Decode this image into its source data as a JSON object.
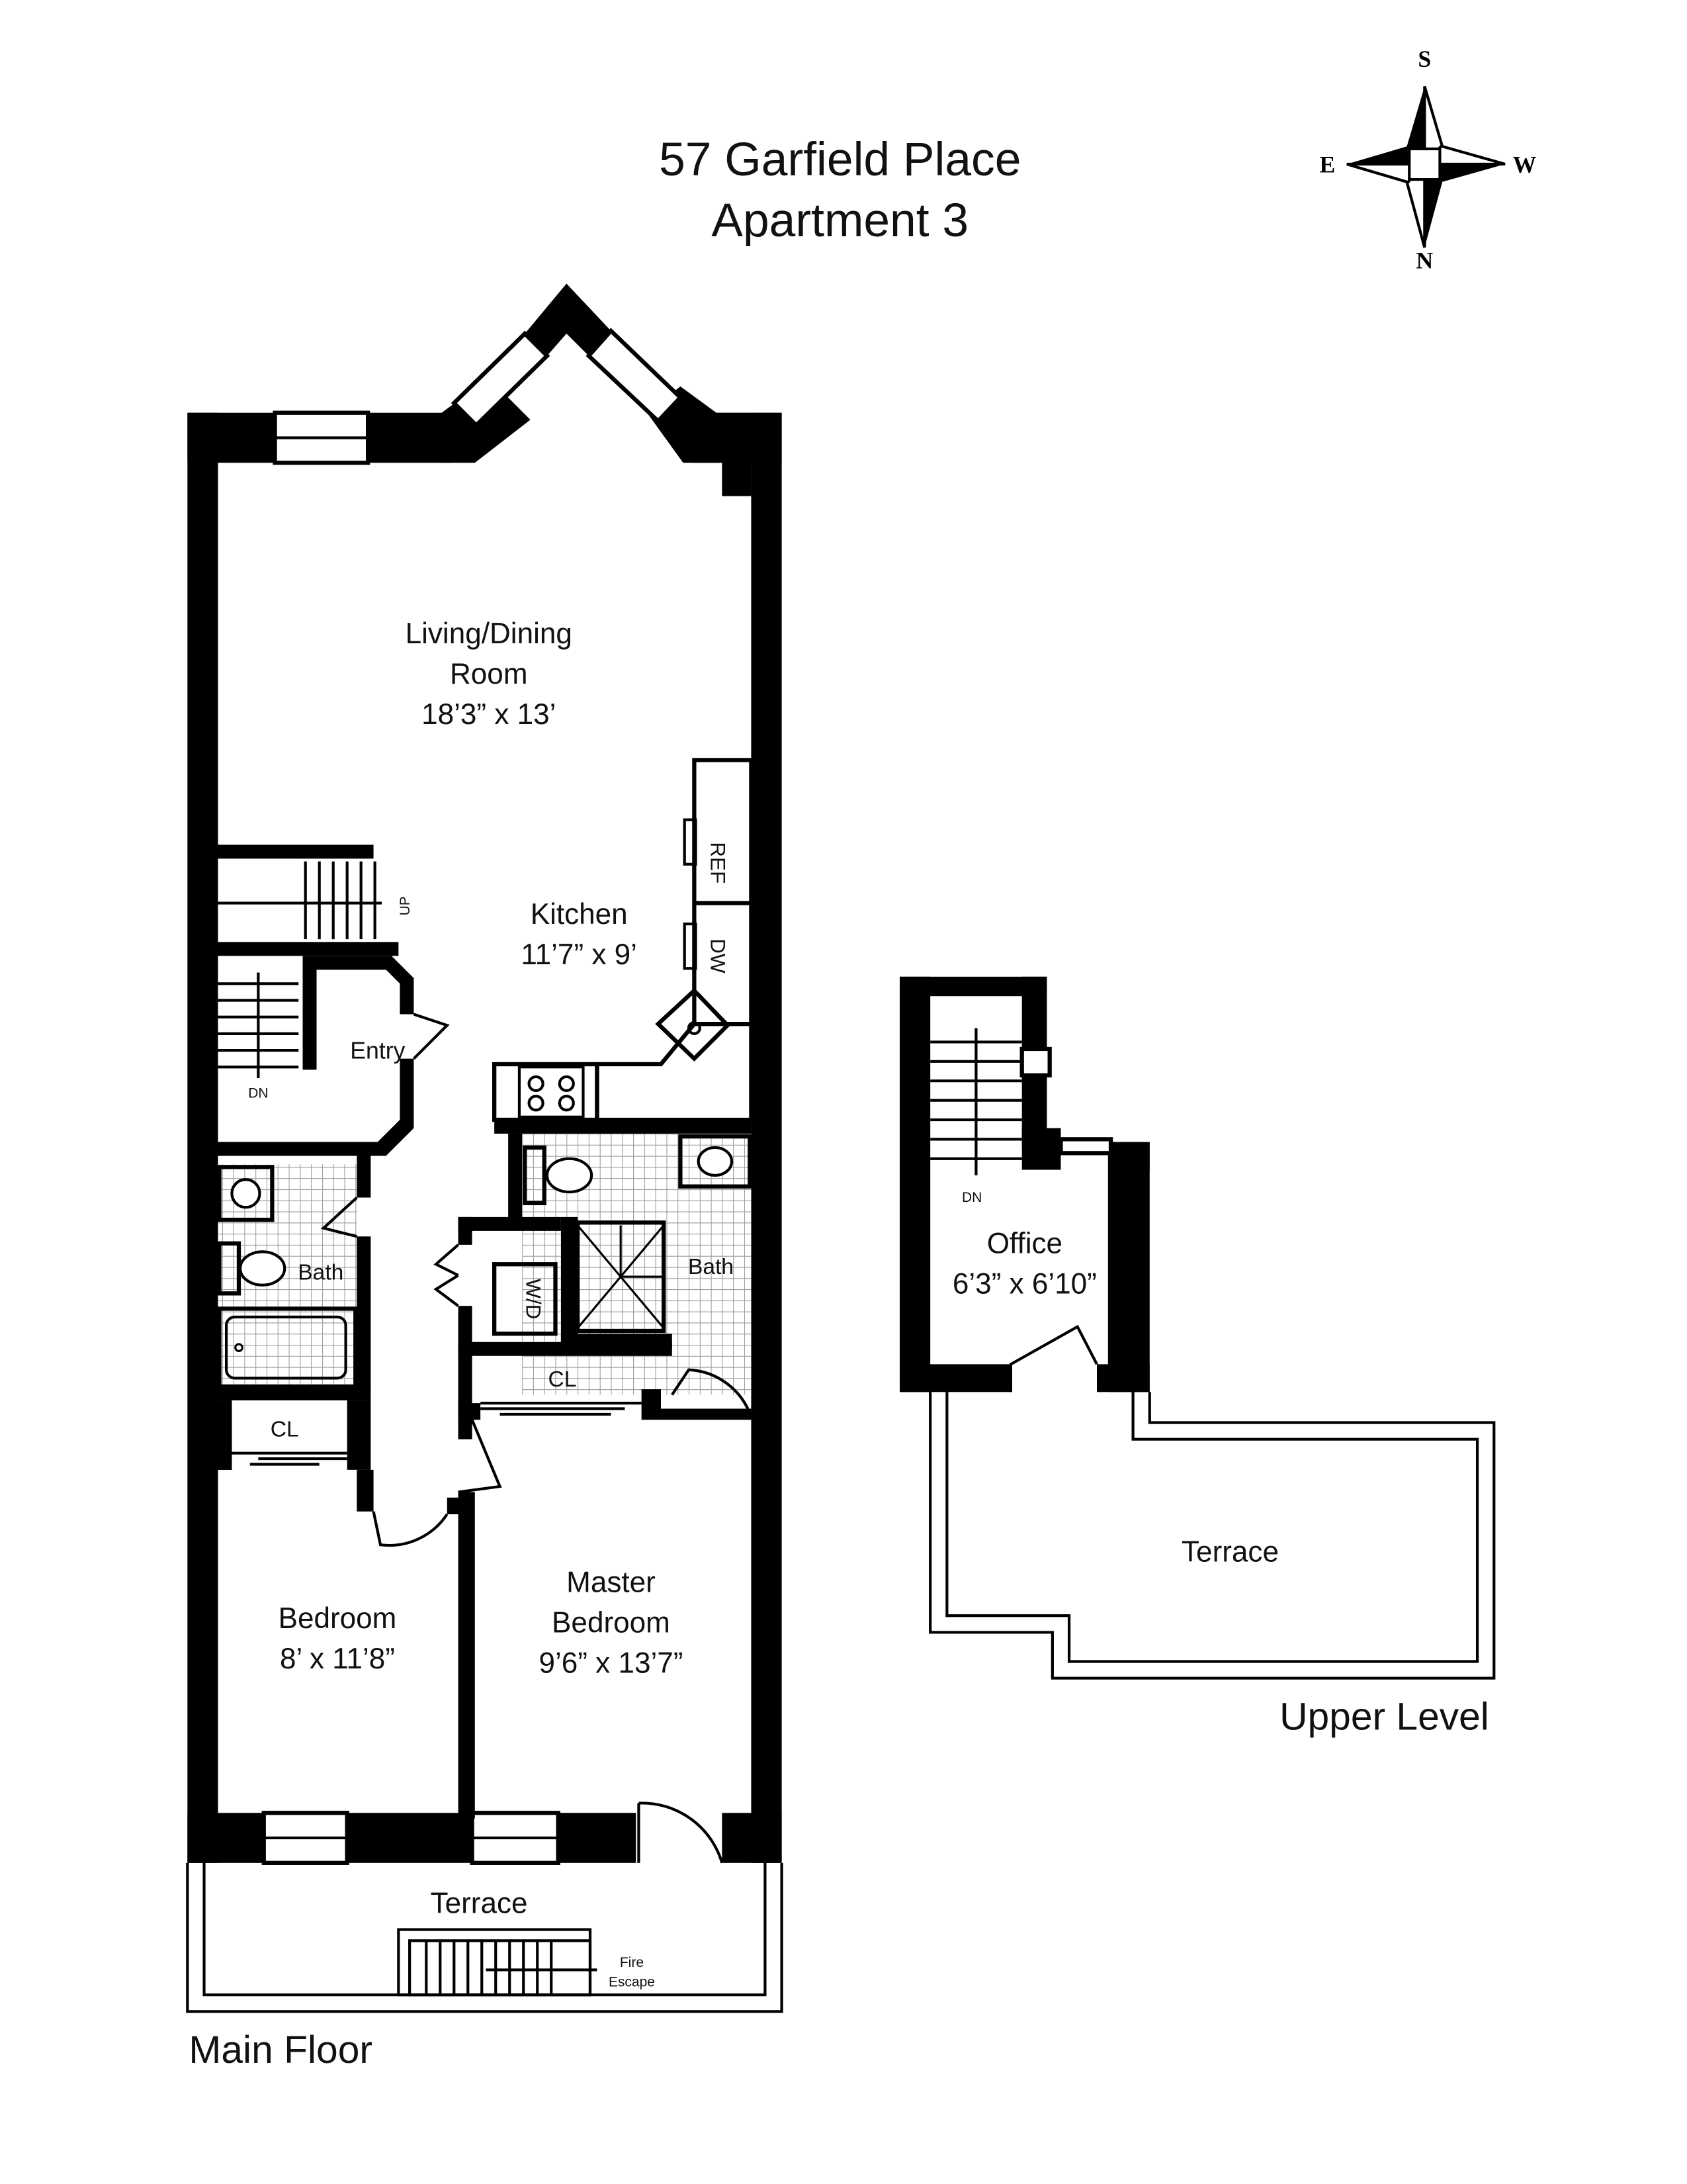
{
  "title": {
    "line1": "57 Garfield Place",
    "line2": "Apartment 3"
  },
  "compass": {
    "top": "S",
    "bottom": "N",
    "left": "E",
    "right": "W"
  },
  "main_floor": {
    "caption": "Main Floor",
    "rooms": {
      "living": {
        "name1": "Living/Dining",
        "name2": "Room",
        "size": "18’3” x 13’"
      },
      "kitchen": {
        "name": "Kitchen",
        "size": "11’7” x 9’"
      },
      "entry": {
        "name": "Entry"
      },
      "bath_left": {
        "name": "Bath"
      },
      "bath_right": {
        "name": "Bath"
      },
      "bedroom": {
        "name": "Bedroom",
        "size": "8’ x 11’8”"
      },
      "master": {
        "name1": "Master",
        "name2": "Bedroom",
        "size": "9’6” x 13’7”"
      },
      "terrace": {
        "name": "Terrace"
      }
    },
    "fixtures": {
      "ref": "REF",
      "dw": "DW",
      "wd": "W/D",
      "cl_left": "CL",
      "cl_right": "CL",
      "up": "UP",
      "dn": "DN",
      "fire1": "Fire",
      "fire2": "Escape"
    }
  },
  "upper_level": {
    "caption": "Upper Level",
    "rooms": {
      "office": {
        "name": "Office",
        "size": "6’3” x 6’10”"
      },
      "terrace": {
        "name": "Terrace"
      }
    },
    "fixtures": {
      "dn": "DN"
    }
  }
}
